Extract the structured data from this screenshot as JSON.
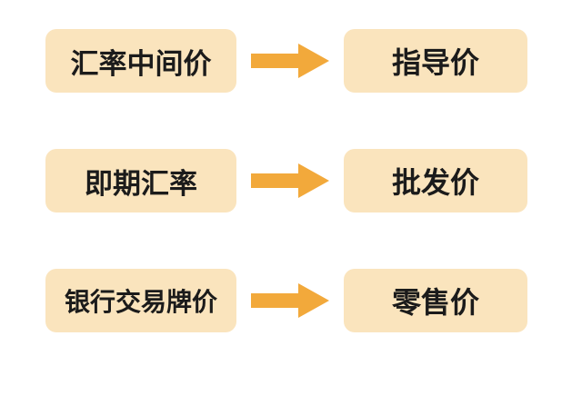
{
  "diagram": {
    "title": "exchange-rate-to-price-mapping",
    "rows": [
      {
        "left": "汇率中间价",
        "right": "指导价"
      },
      {
        "left": "即期汇率",
        "right": "批发价"
      },
      {
        "left": "银行交易牌价",
        "right": "零售价"
      }
    ],
    "colors": {
      "box_background": "#FAE4BD",
      "arrow": "#F2A93B",
      "text": "#1B1B1B",
      "page_background": "#FFFFFF"
    }
  }
}
